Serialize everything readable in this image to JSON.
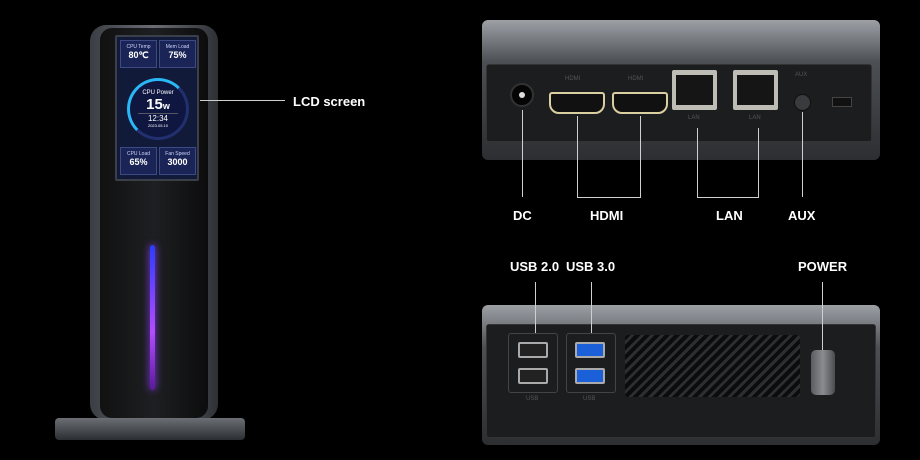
{
  "lcd": {
    "cpu_temp_label": "CPU Temp",
    "cpu_temp": "80℃",
    "mem_load_label": "Mem Load",
    "mem_load": "75%",
    "power_label": "CPU Power",
    "power_value": "15",
    "power_unit": "w",
    "time": "12:34",
    "date": "2023.05.10",
    "cpu_load_label": "CPU Load",
    "cpu_load": "65%",
    "fan_label": "Fan Speed",
    "fan_speed": "3000"
  },
  "labels": {
    "lcd": "LCD screen",
    "dc": "DC",
    "hdmi": "HDMI",
    "lan": "LAN",
    "aux": "AUX",
    "usb2": "USB 2.0",
    "usb3": "USB 3.0",
    "power": "POWER"
  },
  "printed": {
    "hdmi": "HDMI",
    "lan": "LAN",
    "aux": "AUX",
    "usb": "USB"
  }
}
